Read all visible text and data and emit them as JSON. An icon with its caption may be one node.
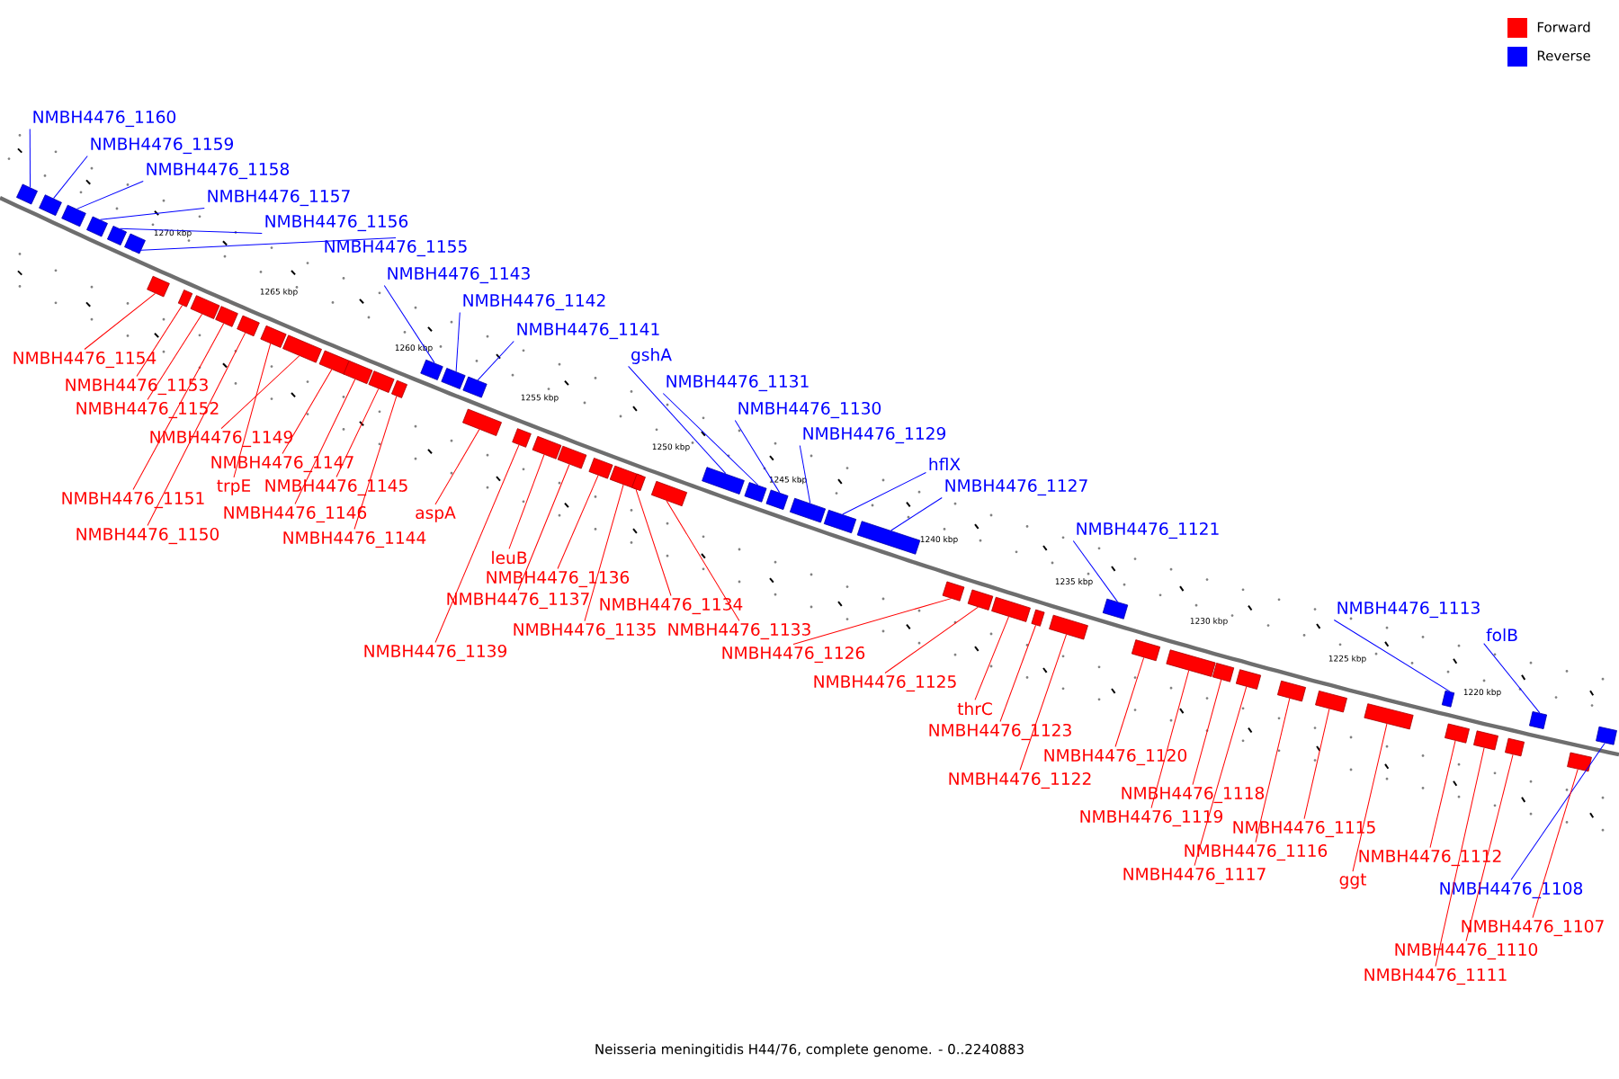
{
  "diagram": {
    "caption": "Neisseria meningitidis H44/76, complete genome. - 0..2240883",
    "nodes": [
      {
        "text": [
          "NMBH4476_1160"
        ]
      },
      {
        "text": [
          "NMBH4476_1159"
        ]
      },
      {
        "text": [
          "NMBH4476_1158"
        ]
      },
      {
        "text": [
          "NMBH4476_1157"
        ]
      },
      {
        "text": [
          "NMBH4476_1156"
        ]
      },
      {
        "text": [
          "NMBH4476_1155"
        ]
      },
      {
        "text": [
          "NMBH4476_1143"
        ]
      },
      {
        "text": [
          "NMBH4476_1142"
        ]
      },
      {
        "text": [
          "NMBH4476_1141"
        ]
      },
      {
        "text": [
          "gshA"
        ]
      },
      {
        "text": [
          "NMBH4476_1131"
        ]
      },
      {
        "text": [
          "NMBH4476_1130"
        ]
      },
      {
        "text": [
          "NMBH4476_1129"
        ]
      },
      {
        "text": [
          "hflX"
        ]
      },
      {
        "text": [
          "NMBH4476_1127"
        ]
      },
      {
        "text": [
          "NMBH4476_1121"
        ]
      },
      {
        "text": [
          "NMBH4476_1113"
        ]
      },
      {
        "text": [
          "folB"
        ]
      },
      {
        "text": [
          "NMBH4476_1154"
        ]
      },
      {
        "text": [
          "NMBH4476_1153"
        ]
      },
      {
        "text": [
          "NMBH4476_1152"
        ]
      },
      {
        "text": [
          "NMBH4476_1149"
        ]
      },
      {
        "text": [
          "NMBH4476_1147"
        ]
      },
      {
        "text": [
          "trpE"
        ]
      },
      {
        "text": [
          "NMBH4476_1145"
        ]
      },
      {
        "text": [
          "NMBH4476_1151"
        ]
      },
      {
        "text": [
          "NMBH4476_1146"
        ]
      },
      {
        "text": [
          "aspA"
        ]
      },
      {
        "text": [
          "NMBH4476_1150"
        ]
      },
      {
        "text": [
          "NMBH4476_1144"
        ]
      },
      {
        "text": [
          "leuB"
        ]
      },
      {
        "text": [
          "NMBH4476_1136"
        ]
      },
      {
        "text": [
          "NMBH4476_1137"
        ]
      },
      {
        "text": [
          "NMBH4476_1134"
        ]
      },
      {
        "text": [
          "NMBH4476_1135"
        ]
      },
      {
        "text": [
          "NMBH4476_1133"
        ]
      },
      {
        "text": [
          "NMBH4476_1139"
        ]
      },
      {
        "text": [
          "NMBH4476_1126"
        ]
      },
      {
        "text": [
          "NMBH4476_1125"
        ]
      },
      {
        "text": [
          "thrC"
        ]
      },
      {
        "text": [
          "NMBH4476_1123"
        ]
      },
      {
        "text": [
          "NMBH4476_1120"
        ]
      },
      {
        "text": [
          "NMBH4476_1122"
        ]
      },
      {
        "text": [
          "NMBH4476_1118"
        ]
      },
      {
        "text": [
          "NMBH4476_1119"
        ]
      },
      {
        "text": [
          "NMBH4476_1115"
        ]
      },
      {
        "text": [
          "NMBH4476_1116"
        ]
      },
      {
        "text": [
          "NMBH4476_1112"
        ]
      },
      {
        "text": [
          "NMBH4476_1117"
        ]
      },
      {
        "text": [
          "ggt"
        ]
      },
      {
        "text": [
          "NMBH4476_1108"
        ]
      },
      {
        "text": [
          "NMBH4476_1107"
        ]
      },
      {
        "text": [
          "NMBH4476_1110"
        ]
      },
      {
        "text": [
          "NMBH4476_1111"
        ]
      },
      {
        "text": [],
        "shape": "box"
      },
      {
        "text": [],
        "shape": "box"
      },
      {
        "text": [],
        "shape": "box"
      },
      {
        "text": [],
        "shape": "box"
      },
      {
        "text": [],
        "shape": "box"
      },
      {
        "text": [],
        "shape": "box"
      },
      {
        "text": [],
        "shape": "box"
      },
      {
        "text": [],
        "shape": "box"
      },
      {
        "text": [],
        "shape": "box"
      },
      {
        "text": [],
        "shape": "box"
      },
      {
        "text": [],
        "shape": "box"
      },
      {
        "text": [],
        "shape": "box"
      },
      {
        "text": [],
        "shape": "box"
      },
      {
        "text": [],
        "shape": "box"
      },
      {
        "text": [],
        "shape": "box"
      },
      {
        "text": [],
        "shape": "box"
      },
      {
        "text": [],
        "shape": "box"
      },
      {
        "text": [],
        "shape": "box"
      },
      {
        "text": [],
        "shape": "box"
      },
      {
        "text": [],
        "shape": "box"
      },
      {
        "text": [],
        "shape": "box"
      },
      {
        "text": [],
        "shape": "box"
      },
      {
        "text": [],
        "shape": "box"
      },
      {
        "text": [],
        "shape": "box"
      },
      {
        "text": [],
        "shape": "box"
      },
      {
        "text": [],
        "shape": "box"
      },
      {
        "text": [],
        "shape": "box"
      },
      {
        "text": [],
        "shape": "box"
      },
      {
        "text": [],
        "shape": "box"
      },
      {
        "text": [],
        "shape": "box"
      },
      {
        "text": [],
        "shape": "box"
      },
      {
        "text": [],
        "shape": "box"
      },
      {
        "text": [],
        "shape": "box"
      },
      {
        "text": [],
        "shape": "box"
      },
      {
        "text": [],
        "shape": "box"
      },
      {
        "text": [],
        "shape": "box"
      },
      {
        "text": [],
        "shape": "box"
      },
      {
        "text": [],
        "shape": "box"
      },
      {
        "text": [],
        "shape": "box"
      },
      {
        "text": [],
        "shape": "box"
      },
      {
        "text": [],
        "shape": "box"
      },
      {
        "text": [],
        "shape": "box"
      },
      {
        "text": [],
        "shape": "box"
      },
      {
        "text": [],
        "shape": "box"
      },
      {
        "text": [],
        "shape": "box"
      },
      {
        "text": [],
        "shape": "box"
      },
      {
        "text": [],
        "shape": "box"
      },
      {
        "text": [],
        "shape": "box"
      },
      {
        "text": [],
        "shape": "box"
      },
      {
        "text": [],
        "shape": "box"
      },
      {
        "text": [],
        "shape": "box"
      },
      {
        "text": [],
        "shape": "box"
      },
      {
        "text": [],
        "shape": "box"
      },
      {
        "text": [],
        "shape": "box"
      }
    ],
    "edges": [
      {
        "from": 0,
        "to": 54,
        "arrow": "none",
        "color": "#0000ff"
      },
      {
        "from": 1,
        "to": 55,
        "arrow": "none",
        "color": "#0000ff"
      },
      {
        "from": 2,
        "to": 56,
        "arrow": "none",
        "color": "#0000ff"
      },
      {
        "from": 3,
        "to": 57,
        "arrow": "none",
        "color": "#0000ff"
      },
      {
        "from": 4,
        "to": 58,
        "arrow": "none",
        "color": "#0000ff"
      },
      {
        "from": 5,
        "to": 59,
        "arrow": "none",
        "color": "#0000ff"
      },
      {
        "from": 6,
        "to": 71,
        "arrow": "none",
        "color": "#0000ff"
      },
      {
        "from": 7,
        "to": 72,
        "arrow": "none",
        "color": "#0000ff"
      },
      {
        "from": 8,
        "to": 73,
        "arrow": "none",
        "color": "#0000ff"
      },
      {
        "from": 9,
        "to": 82,
        "arrow": "none",
        "color": "#0000ff"
      },
      {
        "from": 10,
        "to": 83,
        "arrow": "none",
        "color": "#0000ff"
      },
      {
        "from": 11,
        "to": 84,
        "arrow": "none",
        "color": "#0000ff"
      },
      {
        "from": 12,
        "to": 85,
        "arrow": "none",
        "color": "#0000ff"
      },
      {
        "from": 13,
        "to": 86,
        "arrow": "none",
        "color": "#0000ff"
      },
      {
        "from": 14,
        "to": 87,
        "arrow": "none",
        "color": "#0000ff"
      },
      {
        "from": 15,
        "to": 93,
        "arrow": "none",
        "color": "#0000ff"
      },
      {
        "from": 16,
        "to": 101,
        "arrow": "none",
        "color": "#0000ff"
      },
      {
        "from": 17,
        "to": 105,
        "arrow": "none",
        "color": "#0000ff"
      },
      {
        "from": 18,
        "to": 60,
        "arrow": "none"
      },
      {
        "from": 19,
        "to": 61,
        "arrow": "none"
      },
      {
        "from": 20,
        "to": 62,
        "arrow": "none"
      },
      {
        "from": 21,
        "to": 66,
        "arrow": "none"
      },
      {
        "from": 22,
        "to": 67,
        "arrow": "none"
      },
      {
        "from": 23,
        "to": 65,
        "arrow": "none"
      },
      {
        "from": 24,
        "to": 69,
        "arrow": "none"
      },
      {
        "from": 25,
        "to": 63,
        "arrow": "none"
      },
      {
        "from": 26,
        "to": 68,
        "arrow": "none"
      },
      {
        "from": 27,
        "to": 74,
        "arrow": "none"
      },
      {
        "from": 28,
        "to": 64,
        "arrow": "none"
      },
      {
        "from": 29,
        "to": 70,
        "arrow": "none"
      },
      {
        "from": 30,
        "to": 76,
        "arrow": "none"
      },
      {
        "from": 31,
        "to": 78,
        "arrow": "none"
      },
      {
        "from": 32,
        "to": 77,
        "arrow": "none"
      },
      {
        "from": 33,
        "to": 80,
        "arrow": "none"
      },
      {
        "from": 34,
        "to": 79,
        "arrow": "none"
      },
      {
        "from": 35,
        "to": 81,
        "arrow": "none"
      },
      {
        "from": 36,
        "to": 75,
        "arrow": "none"
      },
      {
        "from": 37,
        "to": 88,
        "arrow": "none"
      },
      {
        "from": 38,
        "to": 89,
        "arrow": "none"
      },
      {
        "from": 39,
        "to": 90,
        "arrow": "none"
      },
      {
        "from": 40,
        "to": 91,
        "arrow": "none"
      },
      {
        "from": 41,
        "to": 94,
        "arrow": "none"
      },
      {
        "from": 42,
        "to": 92,
        "arrow": "none"
      },
      {
        "from": 43,
        "to": 96,
        "arrow": "none"
      },
      {
        "from": 44,
        "to": 95,
        "arrow": "none"
      },
      {
        "from": 45,
        "to": 99,
        "arrow": "none"
      },
      {
        "from": 46,
        "to": 98,
        "arrow": "none"
      },
      {
        "from": 47,
        "to": 102,
        "arrow": "none"
      },
      {
        "from": 48,
        "to": 97,
        "arrow": "none"
      },
      {
        "from": 49,
        "to": 100,
        "arrow": "none"
      },
      {
        "from": 50,
        "to": 107,
        "arrow": "none",
        "color": "#0000ff"
      },
      {
        "from": 51,
        "to": 106,
        "arrow": "none"
      },
      {
        "from": 52,
        "to": 104,
        "arrow": "none"
      },
      {
        "from": 53,
        "to": 103,
        "arrow": "none"
      }
    ],
    "labels": [
      "1270 kbp",
      "1265 kbp",
      "1260 kbp",
      "1255 kbp",
      "1250 kbp",
      "1245 kbp",
      "1240 kbp",
      "1235 kbp",
      "1230 kbp",
      "1225 kbp",
      "1220 kbp"
    ],
    "legend": [
      {
        "text": "Forward",
        "color": "#ff0000"
      },
      {
        "text": "Reverse",
        "color": "#0000ff"
      }
    ]
  }
}
